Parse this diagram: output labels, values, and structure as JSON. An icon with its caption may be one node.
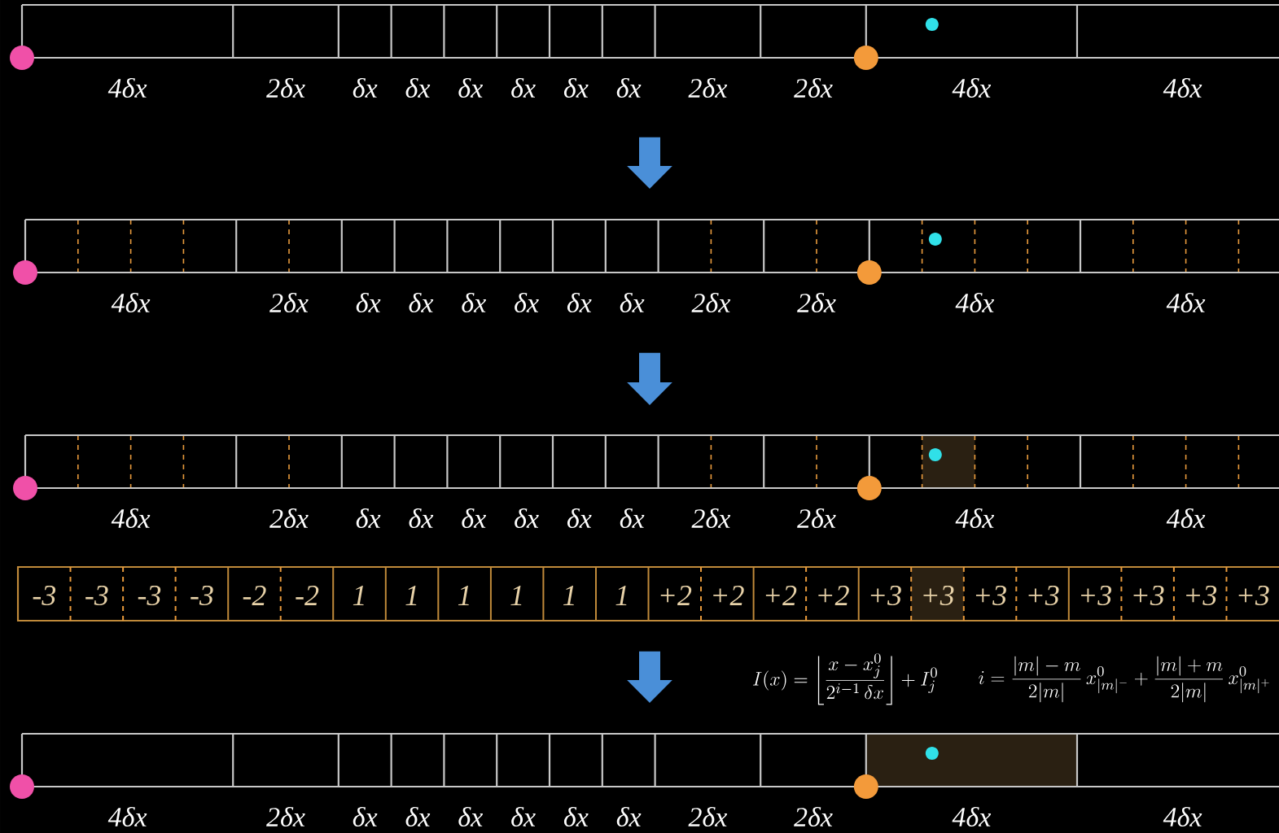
{
  "diagram": {
    "nodes": [
      {
        "text": [],
        "shape": "bar",
        "beside": [
          "4δx",
          "2δx",
          "δx",
          "δx",
          "δx",
          "δx",
          "δx",
          "δx",
          "2δx",
          "2δx",
          "4δx",
          "4δx"
        ]
      },
      {
        "text": [],
        "shape": "bar",
        "beside": [
          "4δx",
          "2δx",
          "δx",
          "δx",
          "δx",
          "δx",
          "δx",
          "δx",
          "2δx",
          "2δx",
          "4δx",
          "4δx"
        ]
      },
      {
        "text": [],
        "shape": "bar",
        "beside": [
          "4δx",
          "2δx",
          "δx",
          "δx",
          "δx",
          "δx",
          "δx",
          "δx",
          "2δx",
          "2δx",
          "4δx",
          "4δx"
        ]
      },
      {
        "text": [
          "-3",
          "-3",
          "-3",
          "-3",
          "-2",
          "-2",
          "1",
          "1",
          "1",
          "1",
          "1",
          "1",
          "+2",
          "+2",
          "+2",
          "+2",
          "+3",
          "+3",
          "+3",
          "+3",
          "+3",
          "+3",
          "+3",
          "+3"
        ]
      },
      {
        "text": [],
        "shape": "bar",
        "beside": [
          "4δx",
          "2δx",
          "δx",
          "δx",
          "δx",
          "δx",
          "δx",
          "δx",
          "2δx",
          "2δx",
          "4δx",
          "4δx"
        ]
      }
    ],
    "edges": [
      {
        "from": 0,
        "to": 1,
        "arrow": "to"
      },
      {
        "from": 1,
        "to": 2,
        "arrow": "to"
      },
      {
        "from": 3,
        "to": 4,
        "arrow": "to"
      }
    ],
    "labels": [
      "I(x)=\\left\\lfloor\\frac{x-x_j^0}{2^{i-1}\\,\\delta x}\\right\\rfloor+I_j^0",
      "i=\\frac{|m|-m}{2|m|}\\,x^0_{|m|^-}+\\frac{|m|+m}{2|m|}\\,x^0_{|m|^+}"
    ]
  }
}
